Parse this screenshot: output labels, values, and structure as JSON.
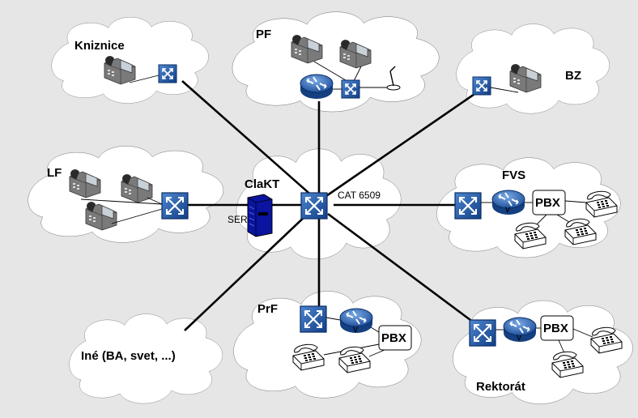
{
  "sites": {
    "kniznice": "Kniznice",
    "pf": "PF",
    "bz": "BZ",
    "lf": "LF",
    "fvs": "FVS",
    "prf": "PrF",
    "ine": "Iné (BA, svet, ...)",
    "rektorat": "Rektorát"
  },
  "core": {
    "name": "ClaKT",
    "switch_label": "CAT 6509",
    "server_label": "SER"
  },
  "pbx_label": "PBX",
  "router_mark": "v",
  "colors": {
    "background": "#e6e6e6",
    "cloud": "#ffffff",
    "switch": "#1f5aa8",
    "router": "#2f6fc0",
    "server": "#0a14a0",
    "phone": "#6b6b6b"
  },
  "icons": [
    "cloud-icon",
    "switch-icon",
    "router-icon",
    "ip-phone-icon",
    "analog-phone-icon",
    "pbx-icon",
    "server-icon",
    "microphone-icon"
  ]
}
